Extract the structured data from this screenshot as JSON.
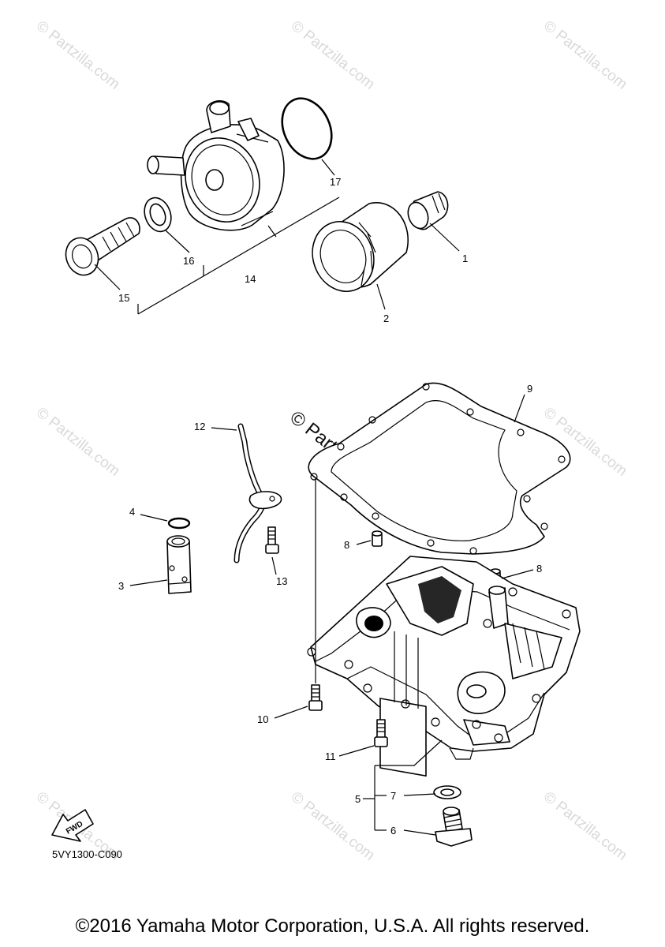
{
  "watermark_text": "© Partzilla.com",
  "diagram_code": "5VY1300-C090",
  "fwd_label": "FWD",
  "copyright": "©2016 Yamaha Motor Corporation, U.S.A. All rights reserved.",
  "callouts": {
    "c1": "1",
    "c2": "2",
    "c3": "3",
    "c4": "4",
    "c5": "5",
    "c6": "6",
    "c7": "7",
    "c8a": "8",
    "c8b": "8",
    "c9": "9",
    "c10": "10",
    "c11": "11",
    "c12": "12",
    "c13": "13",
    "c14": "14",
    "c15": "15",
    "c16": "16",
    "c17": "17"
  }
}
